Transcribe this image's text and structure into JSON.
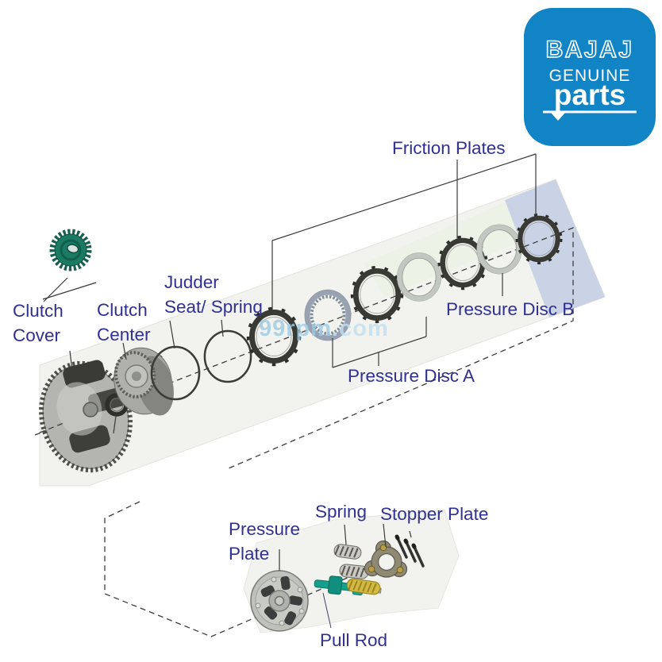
{
  "logo": {
    "brand": "BAJAJ",
    "line2": "GENUINE",
    "line3": "parts",
    "bg_color": "#1184c6",
    "text_color": "#ffffff"
  },
  "watermark": {
    "text_main": "99rpm",
    "text_suffix": ".com",
    "color_main": "#9ccbe4",
    "color_suffix": "#c3def0"
  },
  "labels": {
    "friction_plates": "Friction Plates",
    "judder_seat_spring": "Judder\nSeat/ Spring",
    "clutch_cover": "Clutch\nCover",
    "clutch_center": "Clutch\nCenter",
    "pressure_disc_b": "Pressure Disc B",
    "pressure_disc_a": "Pressure Disc A",
    "pressure_plate": "Pressure\nPlate",
    "spring": "Spring",
    "stopper_plate": "Stopper Plate",
    "pull_rod": "Pull Rod"
  },
  "colors": {
    "label_text": "#2f3092",
    "logo_blue": "#1184c6",
    "band_paper": "#f2f3ee",
    "band_blue_stripe": "#c3cde4",
    "gear_green": "#1b7a63",
    "pull_rod_teal": "#15a08e",
    "gold_spring": "#d3b93f",
    "friction_plate_dark": "#3a3a34",
    "steel_plate_gray": "#c3c7c1",
    "dashed_line": "#3b3b3b"
  }
}
